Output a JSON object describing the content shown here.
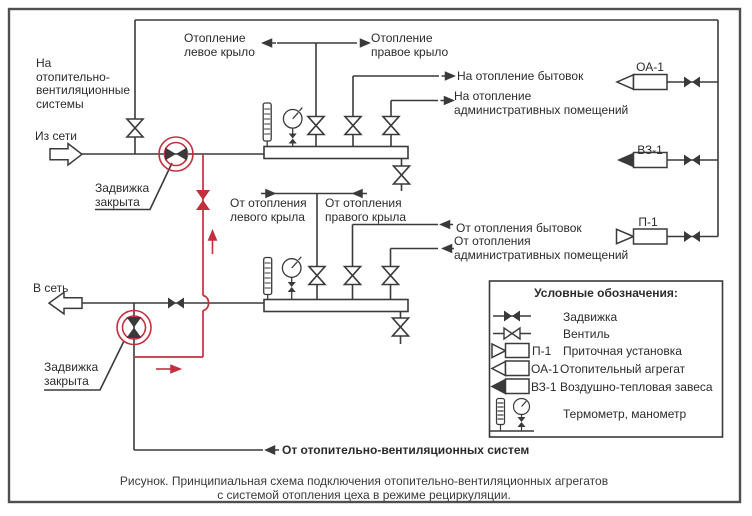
{
  "figure": {
    "labels": {
      "iz_seti": "Из сети",
      "v_set": "В сеть",
      "na_ov": "На\nотопительно-\nвентиляционные\nсистемы",
      "zadvizhka_top": "Задвижка\nзакрыта",
      "zadvizhka_bottom": "Задвижка\nзакрыта",
      "otop_left": "Отопление\nлевое крыло",
      "otop_right": "Отопление\nправое крыло",
      "na_bytovok": "На отопление бытовок",
      "na_admin": "На отопление\nадминистративных помещений",
      "ot_left": "От отопления\nлевого крыла",
      "ot_right": "От отопления\nправого крыла",
      "ot_bytovok": "От отопления бытовок",
      "ot_admin": "От отопления\nадминистративных помещений",
      "ot_ov": "От отопительно-вентиляционных систем"
    },
    "units": {
      "oa1": "ОА-1",
      "vz1": "ВЗ-1",
      "p1": "П-1"
    },
    "legend": {
      "title": "Условные обозначения:",
      "items": [
        {
          "label": "Задвижка"
        },
        {
          "label": "Вентиль"
        },
        {
          "code": "П-1",
          "label": "Приточная установка"
        },
        {
          "code": "ОА-1",
          "label": "Отопительный агрегат"
        },
        {
          "code": "ВЗ-1",
          "label": "Воздушно-тепловая завеса"
        },
        {
          "label": "Термометр, манометр"
        }
      ]
    },
    "caption": {
      "line1": "Рисунок. Принципиальная схема подключения отопительно-вентиляционных агрегатов",
      "line2": "с системой отопления цеха в режиме рециркуляции."
    }
  },
  "colors": {
    "line": "#3a3a3a",
    "accent_red": "#c2303e",
    "text": "#2b2b2b",
    "border": "#4f4f4f",
    "background": "#ffffff"
  }
}
